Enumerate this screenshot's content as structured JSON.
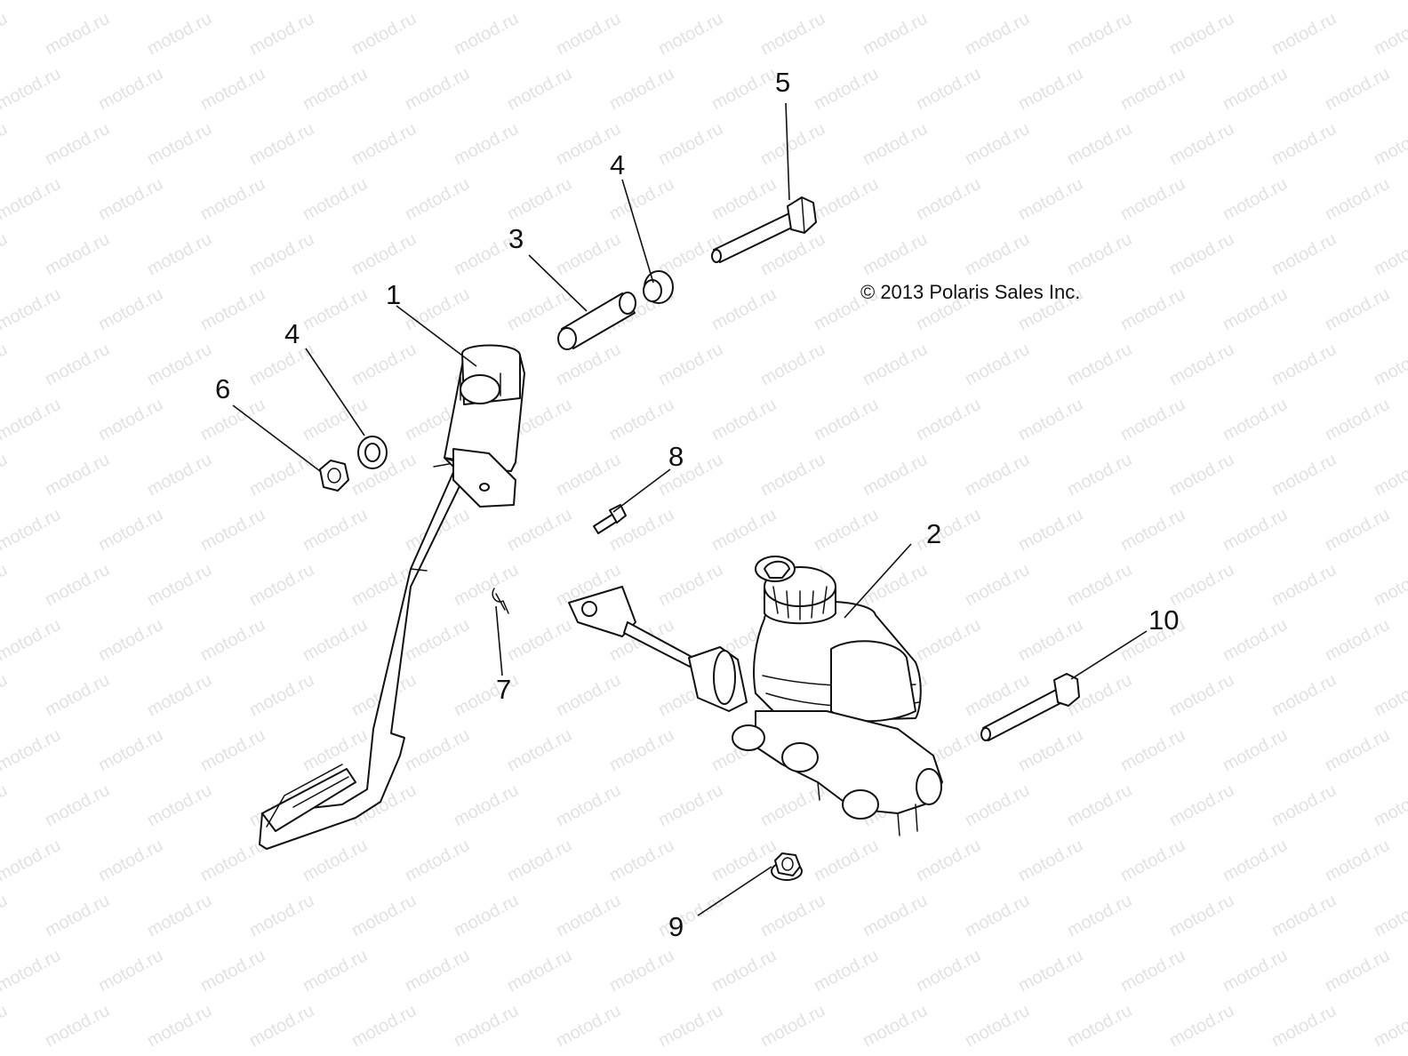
{
  "watermark": "motod.ru",
  "copyright": "© 2013 Polaris Sales Inc.",
  "callouts": [
    {
      "id": "callout-1",
      "text": "1"
    },
    {
      "id": "callout-2",
      "text": "2"
    },
    {
      "id": "callout-3",
      "text": "3"
    },
    {
      "id": "callout-4a",
      "text": "4"
    },
    {
      "id": "callout-4b",
      "text": "4"
    },
    {
      "id": "callout-5",
      "text": "5"
    },
    {
      "id": "callout-6",
      "text": "6"
    },
    {
      "id": "callout-7",
      "text": "7"
    },
    {
      "id": "callout-8",
      "text": "8"
    },
    {
      "id": "callout-9",
      "text": "9"
    },
    {
      "id": "callout-10",
      "text": "10"
    }
  ]
}
